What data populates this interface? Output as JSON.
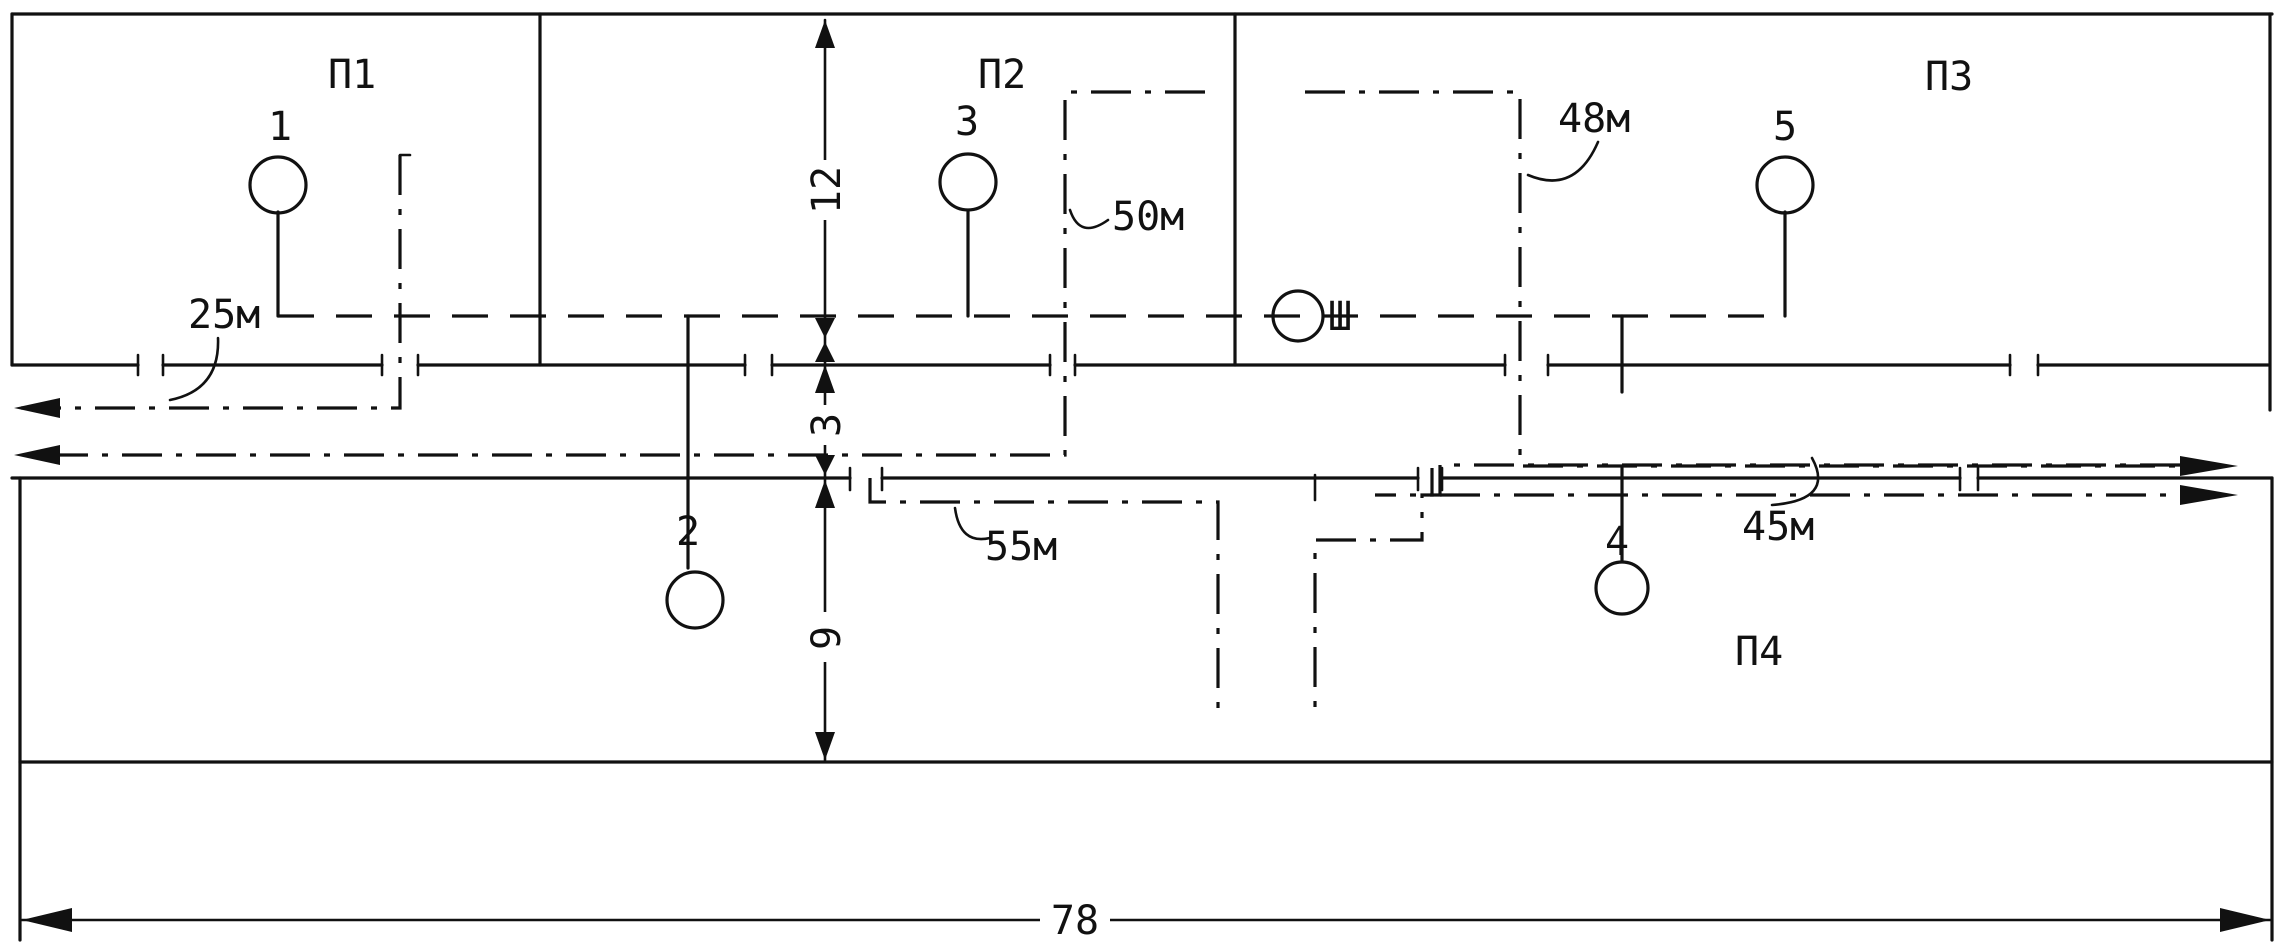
{
  "rooms": [
    {
      "id": "p1",
      "label": "П1"
    },
    {
      "id": "p2",
      "label": "П2"
    },
    {
      "id": "p3",
      "label": "П3"
    },
    {
      "id": "p4",
      "label": "П4"
    }
  ],
  "points": [
    {
      "id": "1",
      "label": "1"
    },
    {
      "id": "2",
      "label": "2"
    },
    {
      "id": "3",
      "label": "3"
    },
    {
      "id": "4",
      "label": "4"
    },
    {
      "id": "5",
      "label": "5"
    },
    {
      "id": "sh",
      "label": "Ш"
    }
  ],
  "cable_lengths": {
    "c25": "25м",
    "c50": "50м",
    "c48": "48м",
    "c55": "55м",
    "c45": "45м"
  },
  "dimensions": {
    "width": "78",
    "top_room_height": "12",
    "corridor_width": "3",
    "bottom_room_height": "9"
  }
}
